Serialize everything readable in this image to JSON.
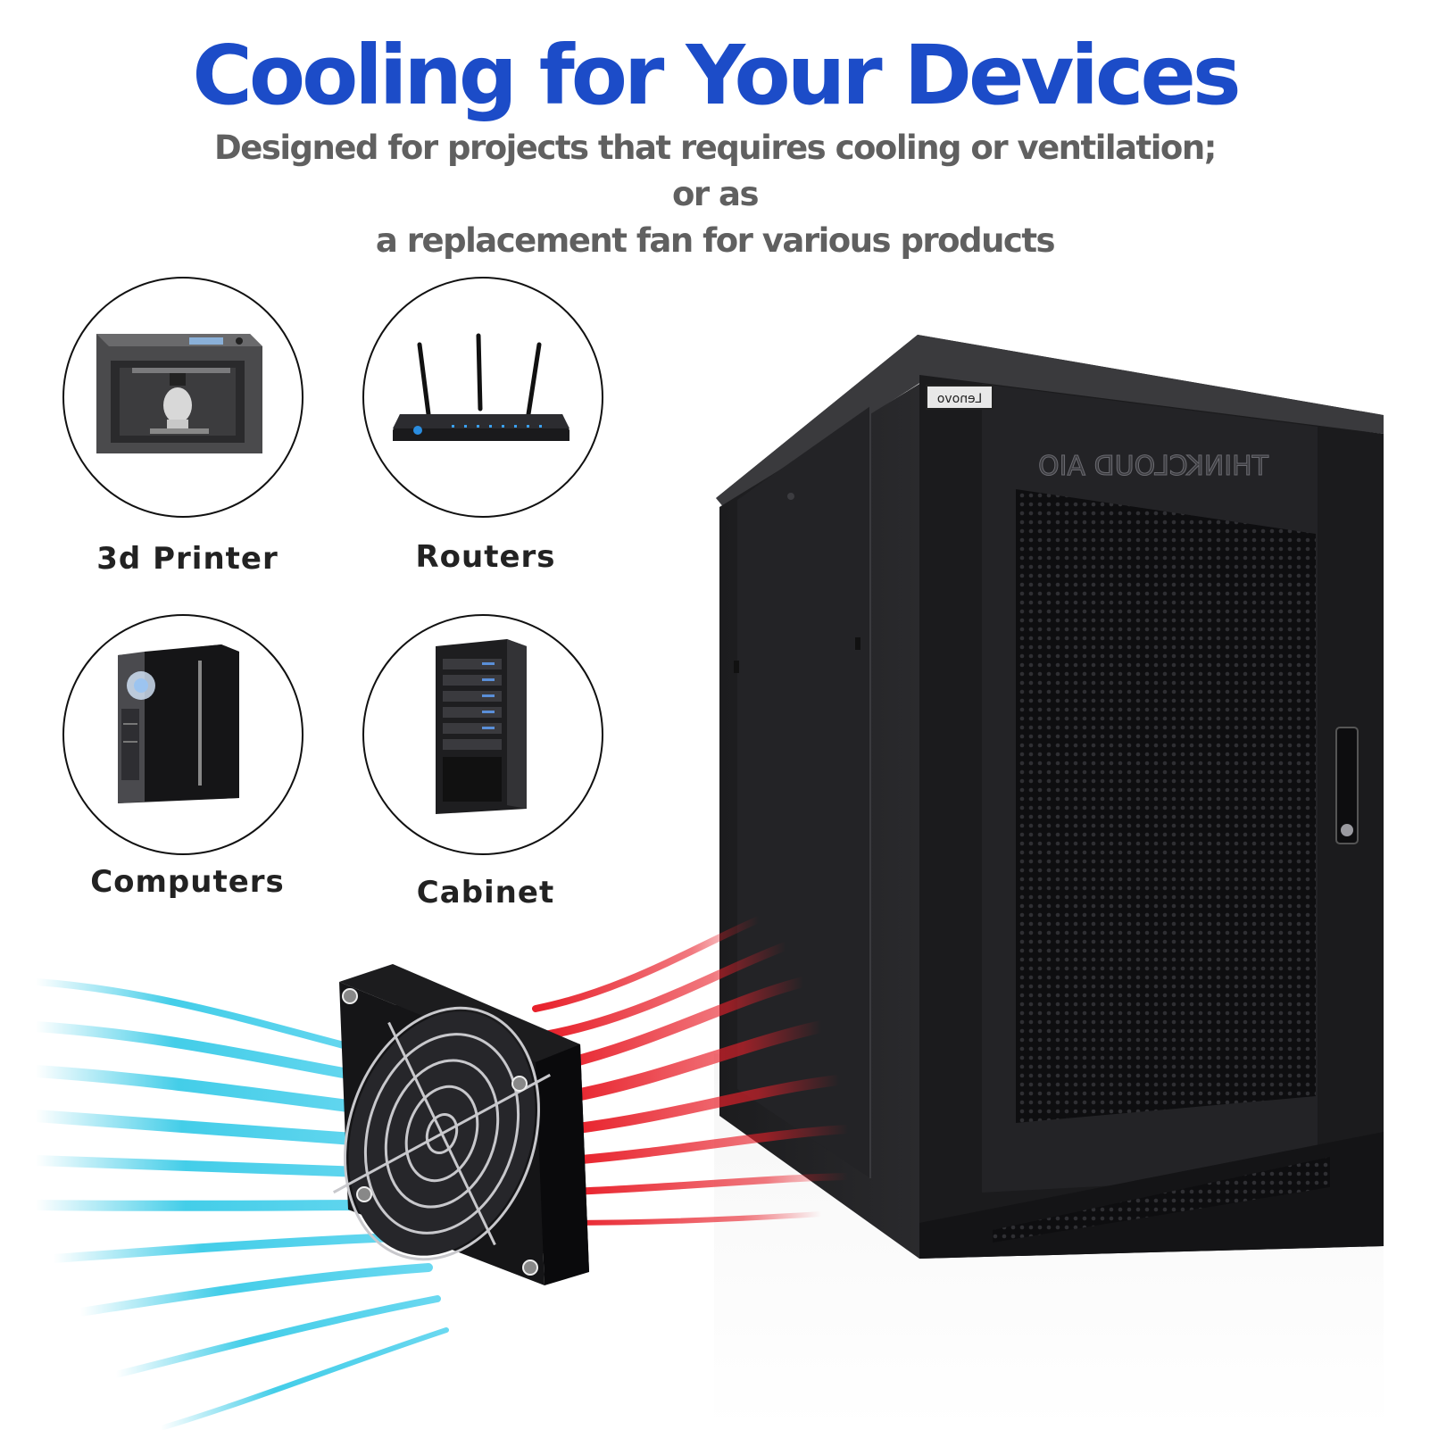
{
  "header": {
    "title": "Cooling for Your Devices",
    "subtitle_line1": "Designed for projects that requires cooling or ventilation; or as",
    "subtitle_line2": "a replacement fan for various products"
  },
  "applications": [
    {
      "label": "3d Printer",
      "icon": "3d-printer-icon"
    },
    {
      "label": "Routers",
      "icon": "router-icon"
    },
    {
      "label": "Computers",
      "icon": "computer-tower-icon"
    },
    {
      "label": "Cabinet",
      "icon": "server-cabinet-icon"
    }
  ],
  "cabinet": {
    "brand_badge": "Lenovo",
    "door_label": "THINKCLOUD AIO"
  },
  "colors": {
    "title": "#1c4cc8",
    "subtitle": "#606060",
    "cool_air": "#2fc8e6",
    "hot_air": "#e8202a",
    "cabinet": "#1b1b1d"
  }
}
